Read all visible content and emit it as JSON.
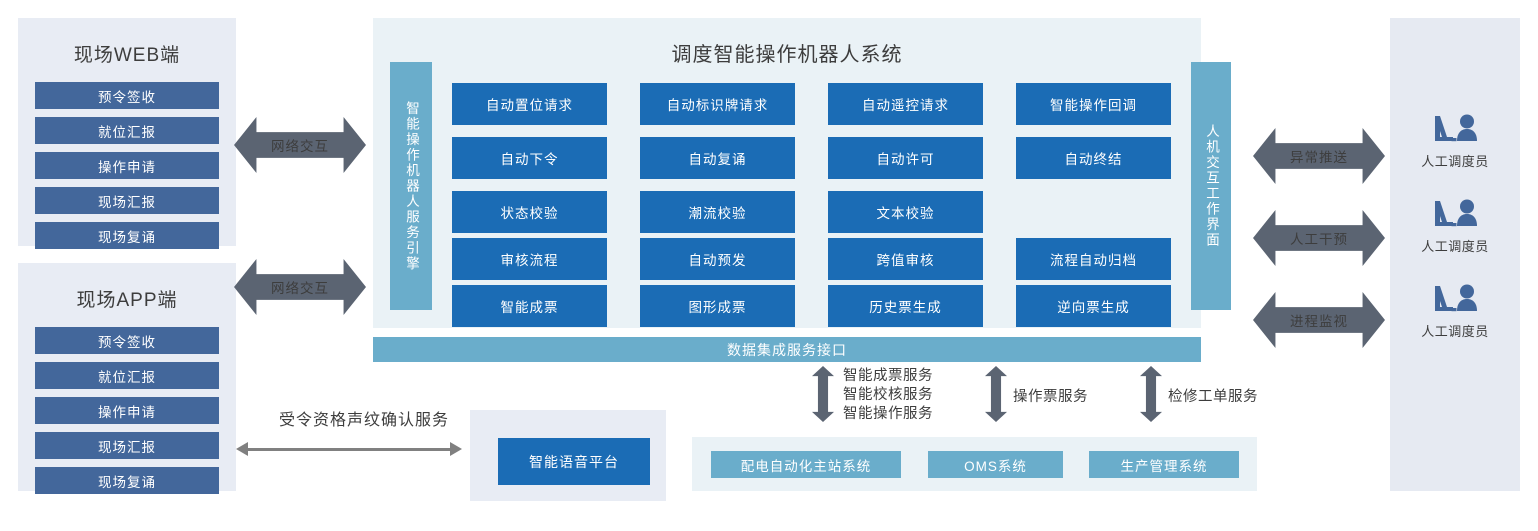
{
  "left_clients": [
    {
      "title": "现场WEB端",
      "items": [
        "预令签收",
        "就位汇报",
        "操作申请",
        "现场汇报",
        "现场复诵"
      ]
    },
    {
      "title": "现场APP端",
      "items": [
        "预令签收",
        "就位汇报",
        "操作申请",
        "现场汇报",
        "现场复诵"
      ]
    }
  ],
  "network_arrows": [
    {
      "label": "网络交互"
    },
    {
      "label": "网络交互"
    }
  ],
  "center": {
    "title": "调度智能操作机器人系统",
    "engine_label": "智能操作机器人服务引擎",
    "interface_label": "人机交互工作界面",
    "function_rows": [
      [
        "自动置位请求",
        "自动标识牌请求",
        "自动遥控请求",
        "智能操作回调"
      ],
      [
        "自动下令",
        "自动复诵",
        "自动许可",
        "自动终结"
      ],
      [
        "状态校验",
        "潮流校验",
        "文本校验"
      ],
      [
        "审核流程",
        "自动预发",
        "跨值审核",
        "流程自动归档"
      ],
      [
        "智能成票",
        "图形成票",
        "历史票生成",
        "逆向票生成"
      ]
    ],
    "data_interface_label": "数据集成服务接口"
  },
  "right_arrows": [
    {
      "label": "异常推送"
    },
    {
      "label": "人工干预"
    },
    {
      "label": "进程监视"
    }
  ],
  "operators": [
    {
      "icon": "operator-desk-icon",
      "caption": "人工调度员"
    },
    {
      "icon": "operator-desk-icon",
      "caption": "人工调度员"
    },
    {
      "icon": "operator-desk-icon",
      "caption": "人工调度员"
    }
  ],
  "voice": {
    "arrow_label": "受令资格声纹确认服务",
    "platform_label": "智能语音平台"
  },
  "service_links": [
    {
      "label": "智能成票服务\n智能校核服务\n智能操作服务"
    },
    {
      "label": "操作票服务"
    },
    {
      "label": "检修工单服务"
    }
  ],
  "external_systems": [
    "配电自动化主站系统",
    "OMS系统",
    "生产管理系统"
  ],
  "colors": {
    "primary_blue": "#1b6cb5",
    "teal": "#6aadcb",
    "slate_blue": "#43679b",
    "panel_bg": "#e8ecf4",
    "center_bg": "#eaf2f6",
    "arrow_gray": "#5b6472"
  }
}
